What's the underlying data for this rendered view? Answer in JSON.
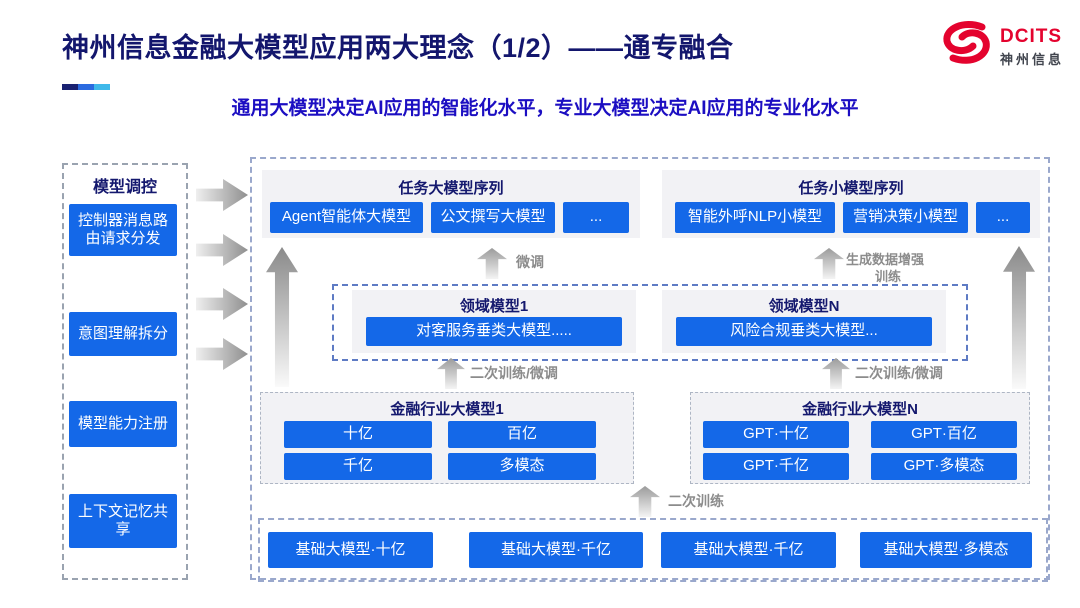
{
  "header": {
    "title": "神州信息金融大模型应用两大理念（1/2）——通专融合",
    "subtitle": "通用大模型决定AI应用的智能化水平，专业大模型决定AI应用的专业化水平",
    "logo": {
      "brand": "DCITS",
      "brand_cn": "神州信息"
    },
    "underline_colors": [
      "#1A2272",
      "#2B6BE0",
      "#3FB9EA"
    ]
  },
  "sidebar": {
    "title": "模型调控",
    "items": [
      "控制器消息路\n由请求分发",
      "意图理解拆分",
      "模型能力注册",
      "上下文记忆共\n享"
    ]
  },
  "task_large_panel": {
    "title": "任务大模型序列",
    "items": [
      "Agent智能体大模型",
      "公文撰写大模型",
      "..."
    ]
  },
  "task_small_panel": {
    "title": "任务小模型序列",
    "items": [
      "智能外呼NLP小模型",
      "营销决策小模型",
      "..."
    ]
  },
  "domain_panels": [
    {
      "title": "领域模型1",
      "item": "对客服务垂类大模型....."
    },
    {
      "title": "领域模型N",
      "item": "风险合规垂类大模型..."
    }
  ],
  "industry_panels": [
    {
      "title": "金融行业大模型1",
      "items": [
        "十亿",
        "百亿",
        "千亿",
        "多模态"
      ]
    },
    {
      "title": "金融行业大模型N",
      "items": [
        "GPT·十亿",
        "GPT·百亿",
        "GPT·千亿",
        "GPT·多模态"
      ]
    }
  ],
  "base_models": [
    "基础大模型·十亿",
    "基础大模型·千亿",
    "基础大模型·千亿",
    "基础大模型·多模态"
  ],
  "labels": {
    "finetune": "微调",
    "gen_data_line1": "生成数据增强",
    "gen_data_line2": "训练",
    "secondary_ft_left": "二次训练/微调",
    "secondary_ft_right": "二次训练/微调",
    "secondary_training": "二次训练"
  },
  "colors": {
    "chip_blue": "#1468E8",
    "heading_navy": "#13166D",
    "subtitle_blue": "#1C0EC2",
    "brand_red": "#E4032E",
    "label_gray": "#8C8C8C"
  }
}
